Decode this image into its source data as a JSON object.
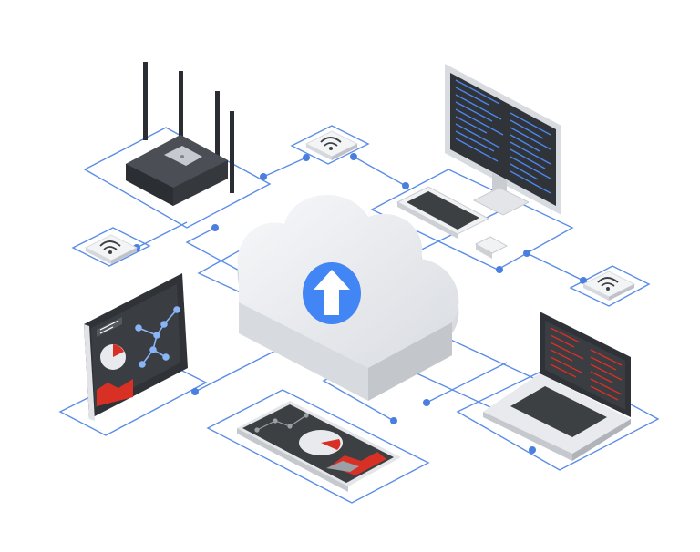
{
  "diagram": {
    "type": "isometric-network-illustration",
    "hub": {
      "icon": "upload-arrow-icon",
      "shape": "cloud"
    },
    "devices": [
      {
        "id": "router",
        "icon": "router-icon"
      },
      {
        "id": "desktop",
        "icon": "desktop-monitor-icon"
      },
      {
        "id": "tablet",
        "icon": "tablet-analytics-icon"
      },
      {
        "id": "phone",
        "icon": "smartphone-analytics-icon"
      },
      {
        "id": "laptop",
        "icon": "laptop-icon"
      }
    ],
    "sensors": [
      {
        "id": "wifi-top",
        "icon": "wifi-icon"
      },
      {
        "id": "wifi-left",
        "icon": "wifi-icon"
      },
      {
        "id": "wifi-right",
        "icon": "wifi-icon"
      }
    ]
  },
  "colors": {
    "link": "#5b8de8",
    "accent_blue": "#4285f4",
    "accent_red": "#d93025",
    "device_dark": "#3c4043",
    "cloud": "#eceef1"
  }
}
